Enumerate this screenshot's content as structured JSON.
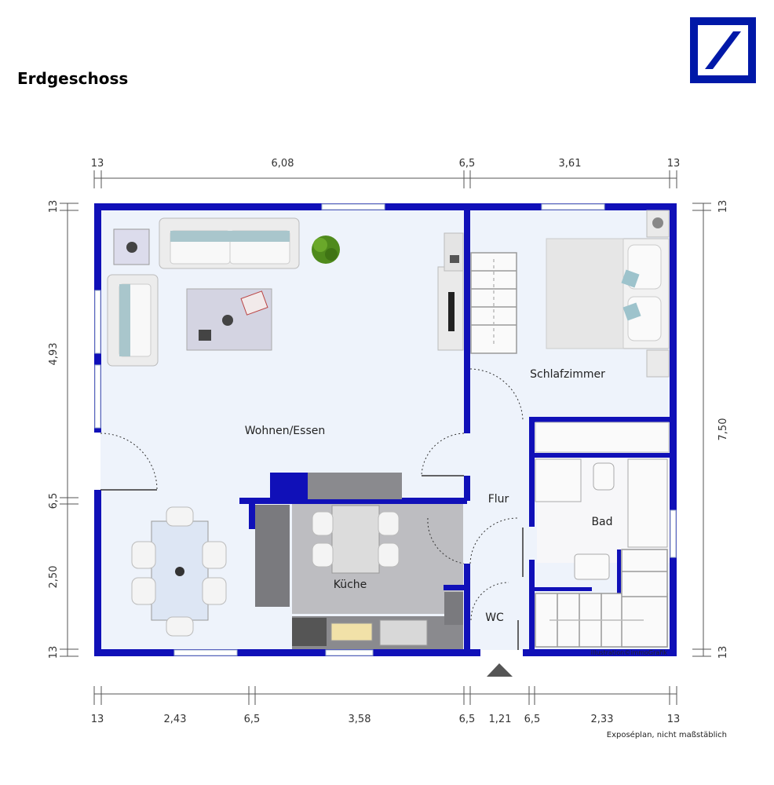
{
  "header": {
    "title": "Erdgeschoss"
  },
  "rooms": {
    "wohnen": "Wohnen/Essen",
    "schlaf": "Schlafzimmer",
    "kueche": "Küche",
    "flur": "Flur",
    "bad": "Bad",
    "wc": "WC"
  },
  "dimensions": {
    "top": [
      "13",
      "6,08",
      "6,5",
      "3,61",
      "13"
    ],
    "bottom": [
      "13",
      "2,43",
      "6,5",
      "3,58",
      "6,5",
      "1,21",
      "6,5",
      "2,33",
      "13"
    ],
    "left": [
      "13",
      "4,93",
      "6,5",
      "2,50",
      "13"
    ],
    "right": [
      "13",
      "7,50",
      "13"
    ]
  },
  "credit": "illustration©immoGrafik",
  "footnote": "Exposéplan, nicht maßstäblich",
  "colors": {
    "wall": "#1010b8",
    "floor": "#eef3fb",
    "logo": "#0018a8",
    "tile": "#b8b8bc"
  }
}
